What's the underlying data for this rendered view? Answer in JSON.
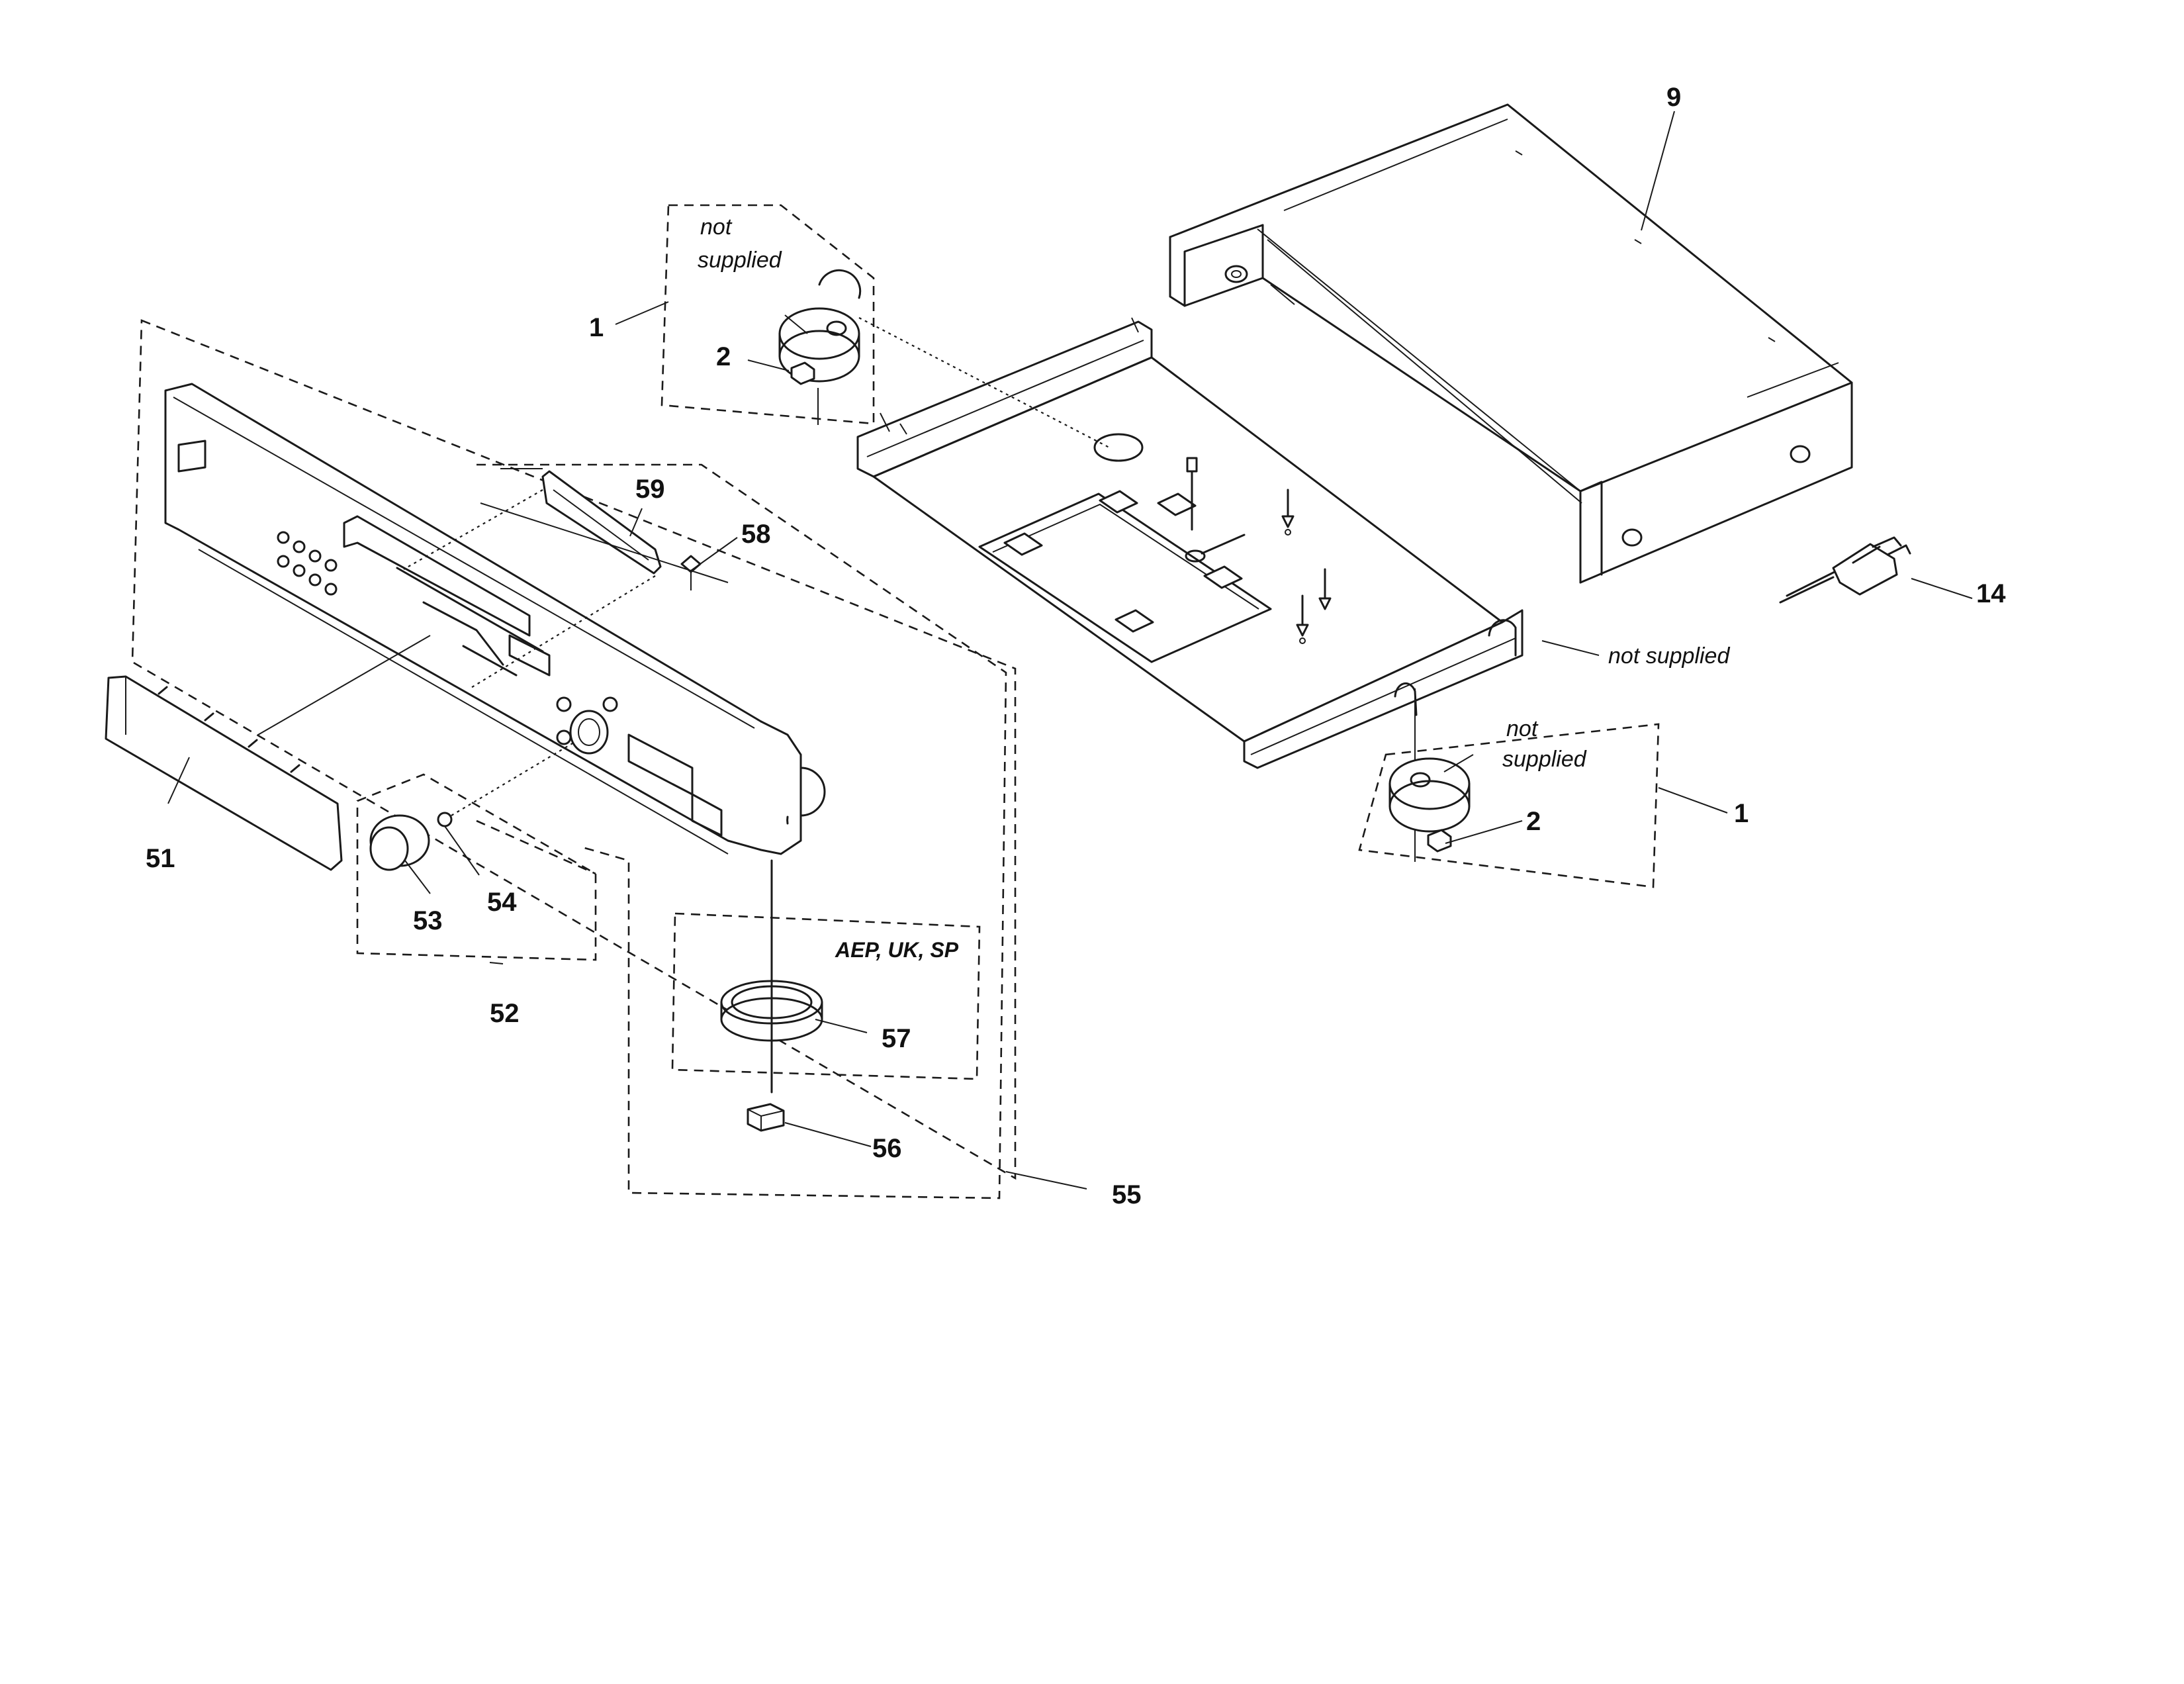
{
  "labels": {
    "n1_left": "1",
    "n2_left": "2",
    "n9": "9",
    "n14": "14",
    "n1_right": "1",
    "n2_right": "2",
    "n51": "51",
    "n52": "52",
    "n53": "53",
    "n54": "54",
    "n55": "55",
    "n56": "56",
    "n57": "57",
    "n58": "58",
    "n59": "59"
  },
  "notes": {
    "not_supplied_foot_left_1": "not",
    "not_supplied_foot_left_2": "supplied",
    "not_supplied_chassis": "not supplied",
    "not_supplied_foot_right_1": "not",
    "not_supplied_foot_right_2": "supplied",
    "region_variant": "AEP, UK, SP"
  }
}
